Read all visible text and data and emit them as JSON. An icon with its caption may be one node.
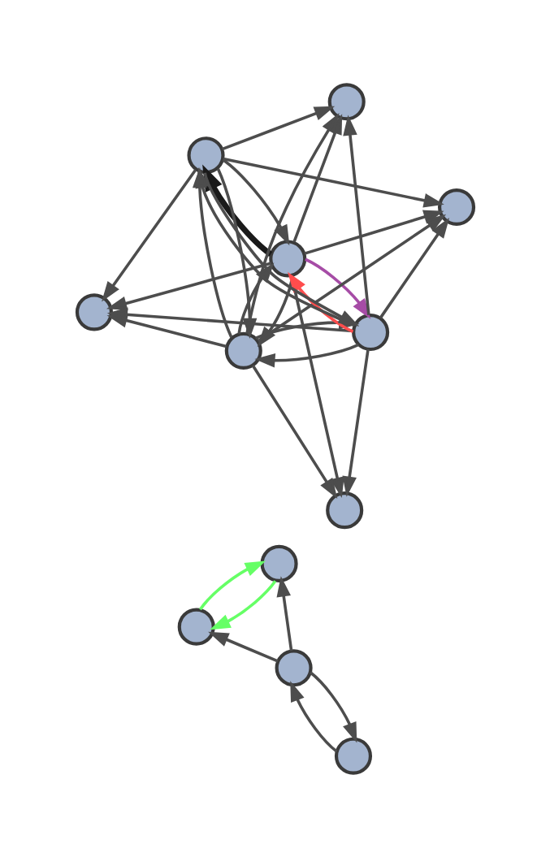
{
  "diagram": {
    "nodes": [
      {
        "text": [],
        "shape": "circle"
      },
      {
        "text": [],
        "shape": "circle"
      },
      {
        "text": [],
        "shape": "circle"
      },
      {
        "text": [],
        "shape": "circle"
      },
      {
        "text": [],
        "shape": "circle"
      },
      {
        "text": [],
        "shape": "circle"
      },
      {
        "text": [],
        "shape": "circle"
      },
      {
        "text": [],
        "shape": "circle"
      },
      {
        "text": [],
        "shape": "circle"
      },
      {
        "text": [],
        "shape": "circle"
      },
      {
        "text": [],
        "shape": "circle"
      },
      {
        "text": [],
        "shape": "circle"
      }
    ],
    "edges": [
      {
        "from": 1,
        "to": 0,
        "arrow": "to"
      },
      {
        "from": 4,
        "to": 0,
        "arrow": "to"
      },
      {
        "from": 5,
        "to": 0,
        "arrow": "to"
      },
      {
        "from": 6,
        "to": 0,
        "arrow": "to"
      },
      {
        "from": 1,
        "to": 2,
        "arrow": "to"
      },
      {
        "from": 4,
        "to": 2,
        "arrow": "to"
      },
      {
        "from": 5,
        "to": 2,
        "arrow": "to"
      },
      {
        "from": 1,
        "to": 3,
        "arrow": "to"
      },
      {
        "from": 4,
        "to": 3,
        "arrow": "to"
      },
      {
        "from": 5,
        "to": 3,
        "arrow": "to"
      },
      {
        "from": 6,
        "to": 3,
        "arrow": "to"
      },
      {
        "from": 1,
        "to": 4,
        "arrow": "to"
      },
      {
        "from": 4,
        "to": 1,
        "arrow": "to"
      },
      {
        "from": 6,
        "to": 1,
        "arrow": "to"
      },
      {
        "from": 1,
        "to": 6,
        "arrow": "to",
        "style": "thick",
        "color": "#1a1a1a"
      },
      {
        "from": 1,
        "to": 5,
        "arrow": "to",
        "color": "#a64ca6"
      },
      {
        "from": 5,
        "to": 1,
        "arrow": "to",
        "color": "#ff4d4d"
      },
      {
        "from": 1,
        "to": 7,
        "arrow": "to"
      },
      {
        "from": 4,
        "to": 7,
        "arrow": "to"
      },
      {
        "from": 5,
        "to": 7,
        "arrow": "to"
      },
      {
        "from": 6,
        "to": 7,
        "arrow": "to"
      },
      {
        "from": 4,
        "to": 5,
        "arrow": "to"
      },
      {
        "from": 5,
        "to": 4,
        "arrow": "to"
      },
      {
        "from": 6,
        "to": 4,
        "arrow": "to"
      },
      {
        "from": 4,
        "to": 6,
        "arrow": "to"
      },
      {
        "from": 6,
        "to": 5,
        "arrow": "to"
      },
      {
        "from": 5,
        "to": 6,
        "arrow": "to"
      },
      {
        "from": 9,
        "to": 8,
        "arrow": "to"
      },
      {
        "from": 9,
        "to": 11,
        "arrow": "to"
      },
      {
        "from": 9,
        "to": 10,
        "arrow": "to"
      },
      {
        "from": 10,
        "to": 9,
        "arrow": "to"
      },
      {
        "from": 11,
        "to": 8,
        "arrow": "to",
        "color": "#66ff66"
      },
      {
        "from": 8,
        "to": 11,
        "arrow": "to",
        "color": "#66ff66"
      }
    ]
  }
}
